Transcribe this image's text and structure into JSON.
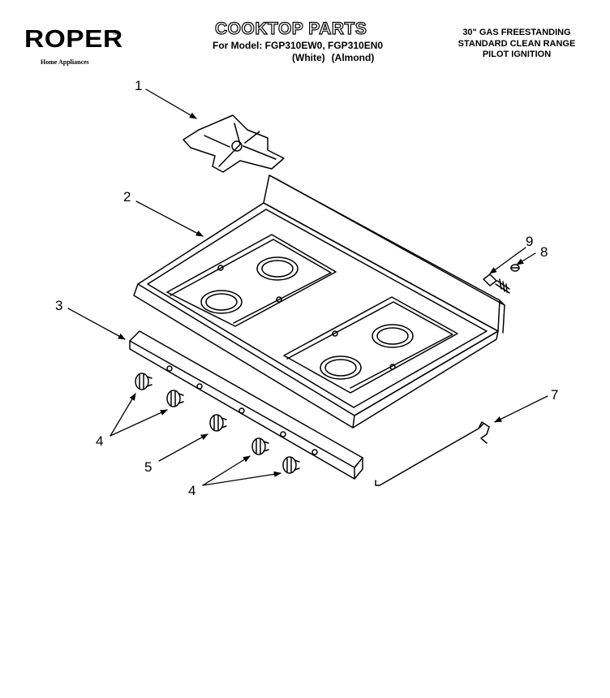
{
  "brand": {
    "name": "ROPER",
    "trademark": "®",
    "tagline": "Home Appliances"
  },
  "header": {
    "title": "COOKTOP PARTS",
    "model_line": "For Model: FGP310EW0, FGP310EN0",
    "colors": [
      "(White)",
      "(Almond)"
    ],
    "description": [
      "30\" GAS FREESTANDING",
      "STANDARD CLEAN RANGE",
      "PILOT IGNITION"
    ]
  },
  "callouts": [
    "1",
    "2",
    "3",
    "4",
    "5",
    "4",
    "7",
    "8",
    "9"
  ]
}
